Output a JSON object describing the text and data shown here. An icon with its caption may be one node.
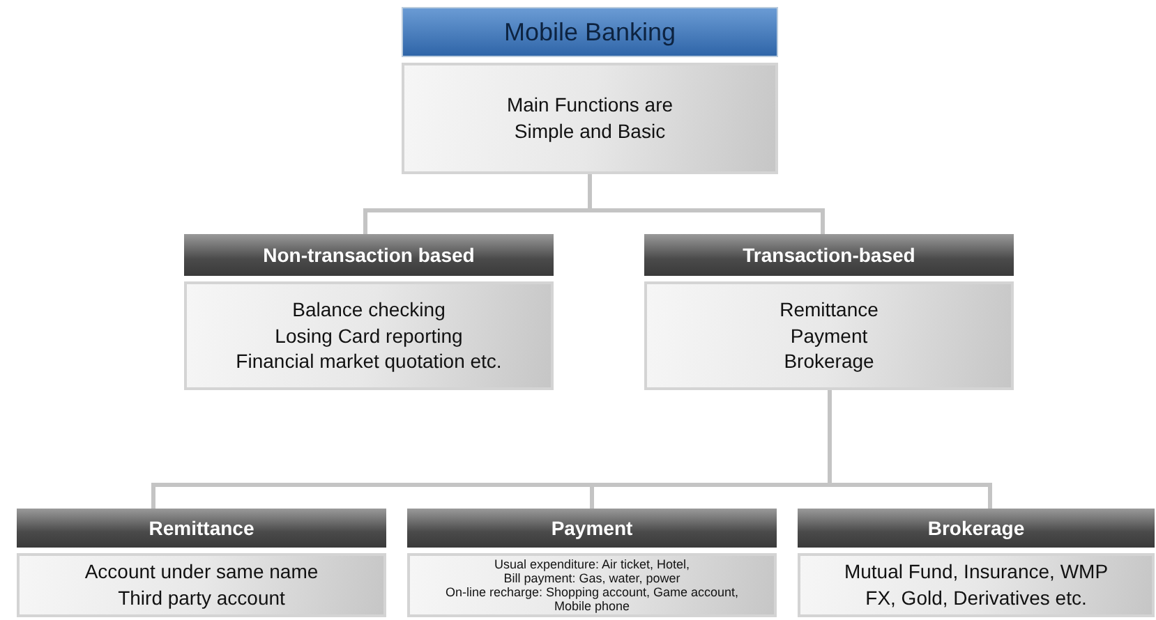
{
  "diagram": {
    "nodes": [
      {
        "text": [
          "Mobile Banking",
          "Main Functions are Simple and Basic"
        ]
      },
      {
        "text": [
          "Non-transaction based",
          "Balance checking",
          "Losing Card reporting",
          "Financial market quotation etc."
        ]
      },
      {
        "text": [
          "Transaction-based",
          "Remittance",
          "Payment",
          "Brokerage"
        ]
      },
      {
        "text": [
          "Remittance",
          "Account under same name",
          "Third party account"
        ]
      },
      {
        "text": [
          "Payment",
          "Usual expenditure: Air ticket, Hotel,",
          "Bill payment: Gas, water, power",
          "On-line recharge: Shopping account, Game account, Mobile phone"
        ]
      },
      {
        "text": [
          "Brokerage",
          "Mutual Fund, Insurance, WMP",
          "FX, Gold, Derivatives etc."
        ]
      }
    ],
    "edges": [
      {
        "from": 0,
        "to": 1,
        "arrow": "none"
      },
      {
        "from": 0,
        "to": 2,
        "arrow": "none"
      },
      {
        "from": 2,
        "to": 3,
        "arrow": "none"
      },
      {
        "from": 2,
        "to": 4,
        "arrow": "none"
      },
      {
        "from": 2,
        "to": 5,
        "arrow": "none"
      }
    ]
  }
}
